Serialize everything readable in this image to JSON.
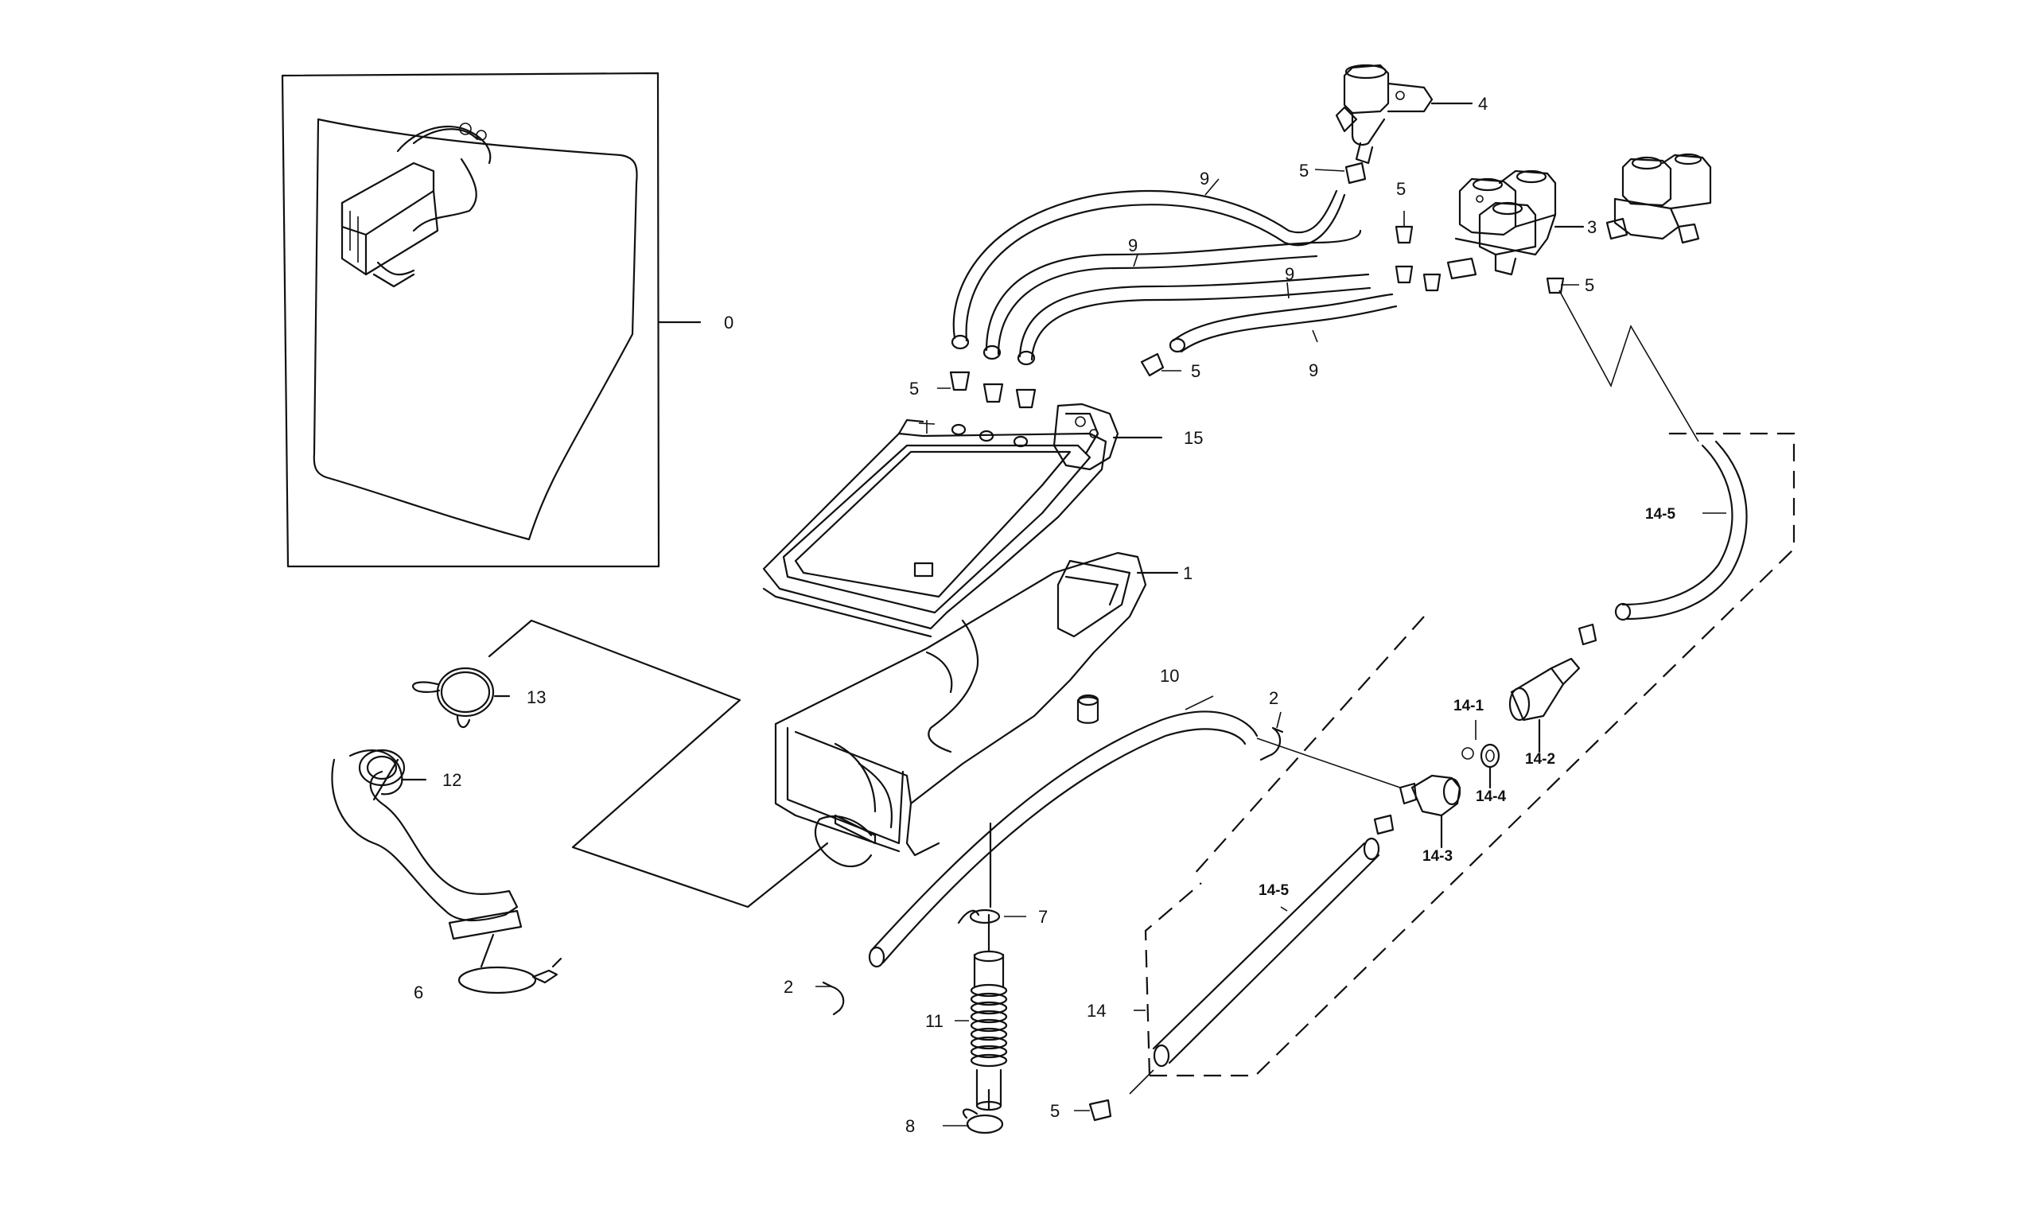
{
  "diagram_type": "exploded parts diagram",
  "callouts": {
    "c0": "0",
    "c1": "1",
    "c2a": "2",
    "c2b": "2",
    "c3": "3",
    "c4": "4",
    "c5a": "5",
    "c5b": "5",
    "c5c": "5",
    "c5d": "5",
    "c5e": "5",
    "c5f": "5",
    "c6": "6",
    "c7": "7",
    "c8": "8",
    "c9a": "9",
    "c9b": "9",
    "c9c": "9",
    "c9d": "9",
    "c10": "10",
    "c11": "11",
    "c12": "12",
    "c13": "13",
    "c14": "14",
    "c14_1": "14-1",
    "c14_2": "14-2",
    "c14_3": "14-3",
    "c14_4": "14-4",
    "c14_5a": "14-5",
    "c14_5b": "14-5",
    "c15": "15"
  },
  "style": {
    "line_color": "#111111",
    "background": "#ffffff"
  }
}
